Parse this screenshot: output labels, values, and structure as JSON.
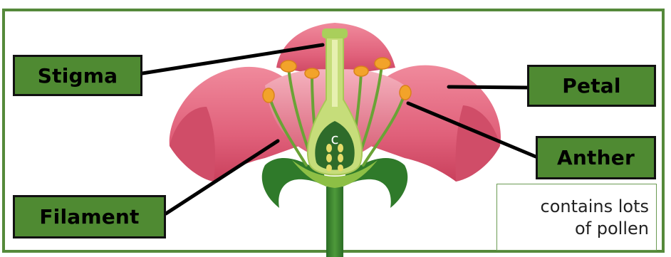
{
  "labels": {
    "stigma": "Stigma",
    "petal": "Petal",
    "anther": "Anther",
    "filament": "Filament"
  },
  "ovary_marker": "c",
  "note": {
    "line1": "contains lots",
    "line2": "of pollen"
  },
  "colors": {
    "frame_border": "#55893a",
    "label_fill": "#4f8a32",
    "petal": "#e0677d",
    "petal_dark": "#c94b63",
    "stem": "#2f7a2a",
    "pistil": "#c6dd7a",
    "ovary": "#2e6b2a",
    "anther": "#f2a32a"
  }
}
